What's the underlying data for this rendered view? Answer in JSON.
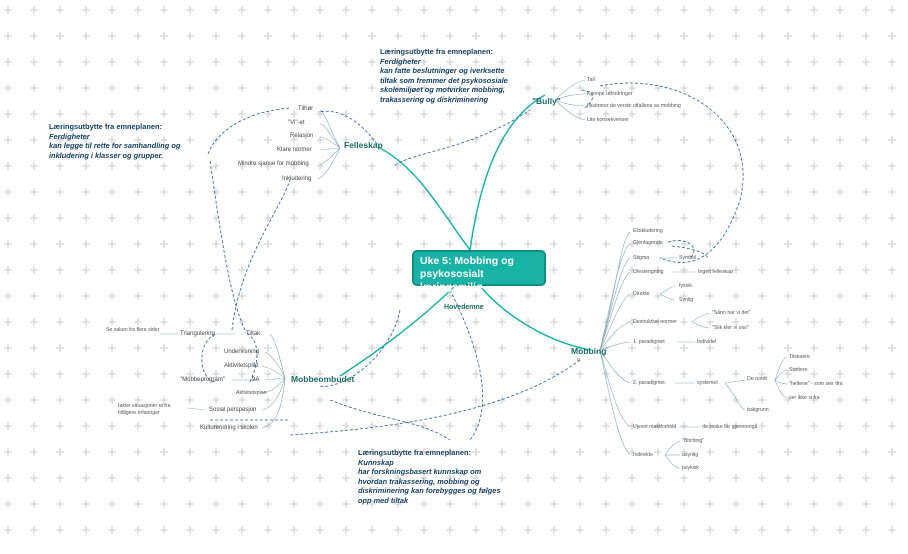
{
  "central": {
    "title_line1": "Uke 5: Mobbing og",
    "title_line2": "psykososialt læringsmiljø"
  },
  "hovedemne": "Hovedemne",
  "branches": {
    "felleskap": {
      "label": "Felleskap",
      "items": [
        "Tilhør",
        "\"Vi\"-et",
        "Relasjon",
        "Klare normer",
        "Mindre sjanse for mobbing",
        "Inkludering"
      ]
    },
    "bully": {
      "label": "\"Bully\"",
      "items": [
        "Tall",
        "Kjempe utfordringer",
        "Illustrerer de verste utfallene av mobbing",
        "Lite konsekvenser"
      ]
    },
    "mobbeombudet": {
      "label": "Mobbeombudet",
      "items": [
        "Tiltak",
        "Undervisning",
        "Aktivitetsplikt",
        "9A",
        "Aktivitetsplan",
        "Sosial perspesjon",
        "Kulturendring i skolen"
      ],
      "triangulering": "Triangulering",
      "triangulering_note": "Se saken fra flere sider",
      "mobbeprogram": "\"Mobbeprogram\"",
      "sosial_note": "takler situasjoner ut fra tidligere erfaringer"
    },
    "mobbing": {
      "label": "Mobbing",
      "sublabel": "a",
      "items": [
        "Ekskludering",
        "Gjentagende",
        "Stigma",
        "Utestengning",
        "Direkte",
        "Destruktive normer",
        "1. paradigmet",
        "2. paradigmet",
        "Ujevnt maktforhold",
        "Indirekte"
      ],
      "symbol": "Symbol",
      "ingen_felleskap": "Ingen felleskap",
      "fysisk": "fysisk",
      "synlig": "Synlig",
      "normer_1": "\"Sånn har vi det\"",
      "normer_2": "\"Slik kler vi oss\"",
      "individet": "Individet",
      "systemet": "systemet",
      "de_rundt": "De rundt",
      "tilskuere": "Tilskuere",
      "stottere": "Støttere",
      "heltene": "\"heltene\" - som sier ifra",
      "ser_ikke": "ser ikke si fra",
      "bakgrunn": "bakgrunn",
      "de_svake": "de svake får gjennomgå",
      "bitching": "\"Bitching\"",
      "usynlig": "usynlig",
      "psykisk": "psykisk"
    }
  },
  "notes": {
    "top": {
      "heading": "Læringsutbytte fra emneplanen:",
      "sub": "Ferdigheter",
      "lines": [
        "kan fatte beslutninger og iverksette",
        "tiltak som fremmer det psykososiale",
        "skolemiljøet og motvirker mobbing,",
        "trakassering og diskriminering"
      ]
    },
    "left": {
      "heading": "Læringsutbytte fra emneplanen:",
      "sub": "Ferdigheter",
      "lines": [
        "kan legge til rette for samhandling og",
        "inkludering i klasser og grupper."
      ]
    },
    "bottom": {
      "heading": "Læringsutbytte fra emneplanen:",
      "sub": "Kunnskap",
      "lines": [
        "har forskningsbasert kunnskap om",
        "hvordan trakassering, mobbing og",
        "diskriminering kan forebygges og følges",
        "opp med tiltak"
      ]
    }
  },
  "colors": {
    "accent": "#18b3a4",
    "link": "#1b6e9f",
    "dash": "#2a5d9c",
    "plus": "#d8d8d8"
  }
}
